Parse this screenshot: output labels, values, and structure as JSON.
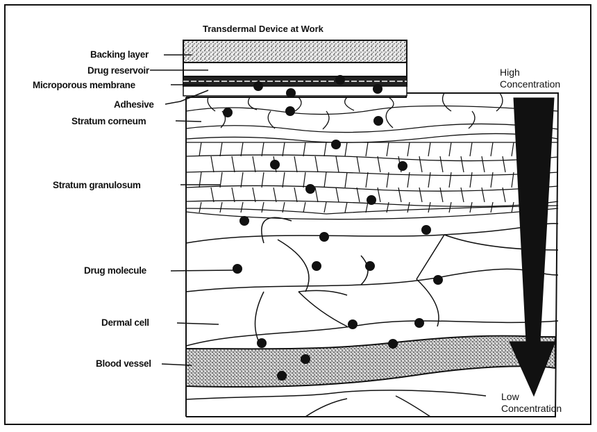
{
  "title": "Transdermal Device at Work",
  "labels": {
    "backing_layer": "Backing layer",
    "drug_reservoir": "Drug reservoir",
    "microporous_membrane": "Microporous membrane",
    "adhesive": "Adhesive",
    "stratum_corneum": "Stratum corneum",
    "stratum_granulosum": "Stratum granulosum",
    "drug_molecule": "Drug molecule",
    "dermal_cell": "Dermal cell",
    "blood_vessel": "Blood vessel"
  },
  "gradient": {
    "high": [
      "High",
      "Concentration"
    ],
    "low": [
      "Low",
      "Concentration"
    ]
  },
  "colors": {
    "ink": "#111111",
    "paper": "#ffffff",
    "stipple": "#555555"
  }
}
